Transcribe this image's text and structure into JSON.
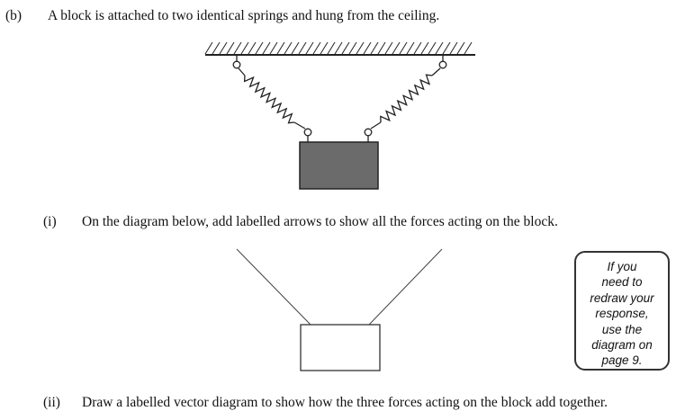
{
  "part_b": {
    "label": "(b)",
    "text": "A block is attached to two identical springs and hung from the ceiling."
  },
  "part_i": {
    "label": "(i)",
    "text": "On the diagram below, add labelled arrows to show all the forces acting on the block."
  },
  "note": {
    "lines": [
      "If you",
      "need to",
      "redraw your",
      "response,",
      "use the",
      "diagram on",
      "page 9."
    ]
  },
  "part_ii": {
    "label": "(ii)",
    "text": "Draw a labelled vector diagram to show how the three forces acting on the block add together."
  },
  "colors": {
    "block_fill": "#6b6b6b",
    "line": "#222222"
  }
}
